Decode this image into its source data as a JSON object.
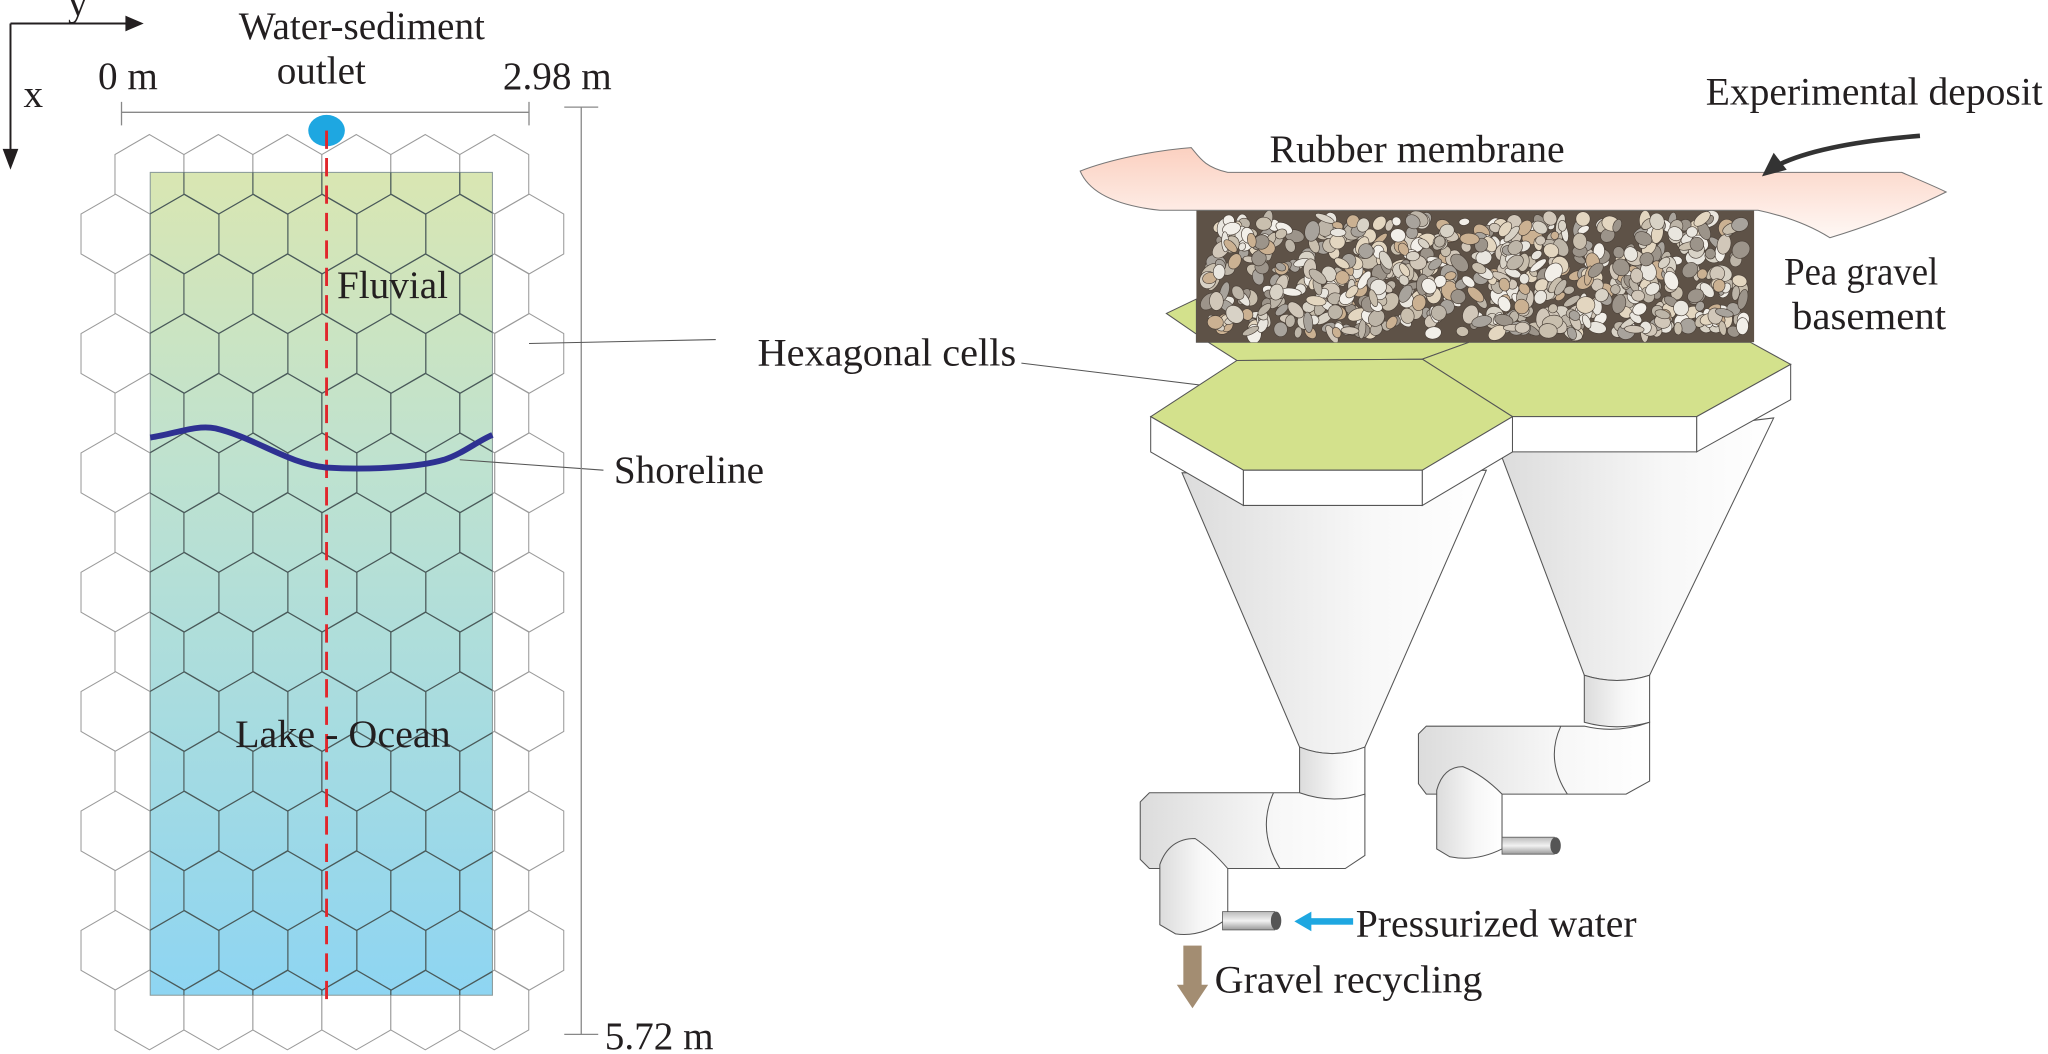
{
  "axes": {
    "x": "x",
    "y": "y"
  },
  "outlet_label": {
    "line1": "Water-sediment",
    "line2": "outlet"
  },
  "width_scale": {
    "start": "0 m",
    "end": "2.98 m"
  },
  "length_scale": {
    "end": "5.72 m"
  },
  "regions": {
    "fluvial": "Fluvial",
    "lake_ocean": "Lake - Ocean"
  },
  "labels": {
    "shoreline": "Shoreline",
    "hexagonal_cells": "Hexagonal cells",
    "rubber_membrane": "Rubber membrane",
    "experimental_deposit": "Experimental deposit",
    "pea_gravel_line1": "Pea gravel",
    "pea_gravel_line2": "basement",
    "pressurized_water": "Pressurized water",
    "gravel_recycling": "Gravel recycling"
  },
  "colors": {
    "fluvial_top": "#d9e6b2",
    "lake_bottom": "#8ed5f2",
    "outlet": "#1ea7e1",
    "centerline": "#e0262c",
    "shoreline": "#2e3192",
    "plate": "#d3e18c",
    "membrane": "#fbd3c4",
    "water_arrow": "#1ea7e1",
    "gravel_arrow": "#a38d72"
  }
}
